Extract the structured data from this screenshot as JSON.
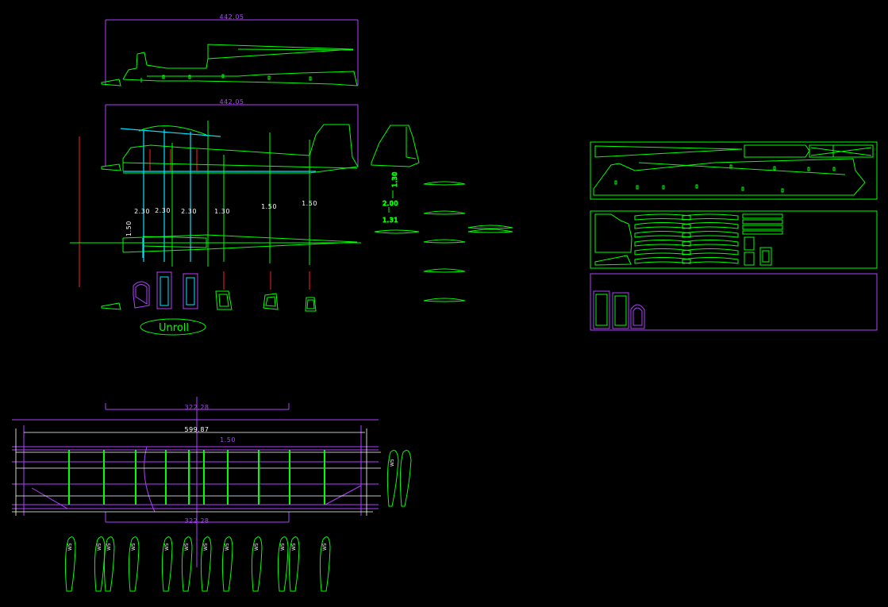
{
  "colors": {
    "background": "#000000",
    "outline": "#00ff00",
    "dimension": "#b040ff",
    "former": "#00e5ff",
    "spar": "#ff2020",
    "text": "#ffffff"
  },
  "fuselage_top": {
    "dimension": "442.05"
  },
  "fuselage_side": {
    "dimension": "442.05",
    "station_labels": [
      "2.30",
      "2.30",
      "2.30",
      "1.30",
      "1.50",
      "1.50"
    ],
    "vertical_label": "1.50",
    "tail_labels": [
      "1.30",
      "2.00",
      "1.31"
    ]
  },
  "unroll_button": {
    "label": "Unroll"
  },
  "wing": {
    "dimension_top": "322.28",
    "span": "599.87",
    "spacing": "1.50",
    "dimension_bottom": "322.28"
  },
  "rib_labels": [
    "W5",
    "W5",
    "W5",
    "W5",
    "W5",
    "W5",
    "W5",
    "W5",
    "W5",
    "W5",
    "W5",
    "W5",
    "W5"
  ]
}
